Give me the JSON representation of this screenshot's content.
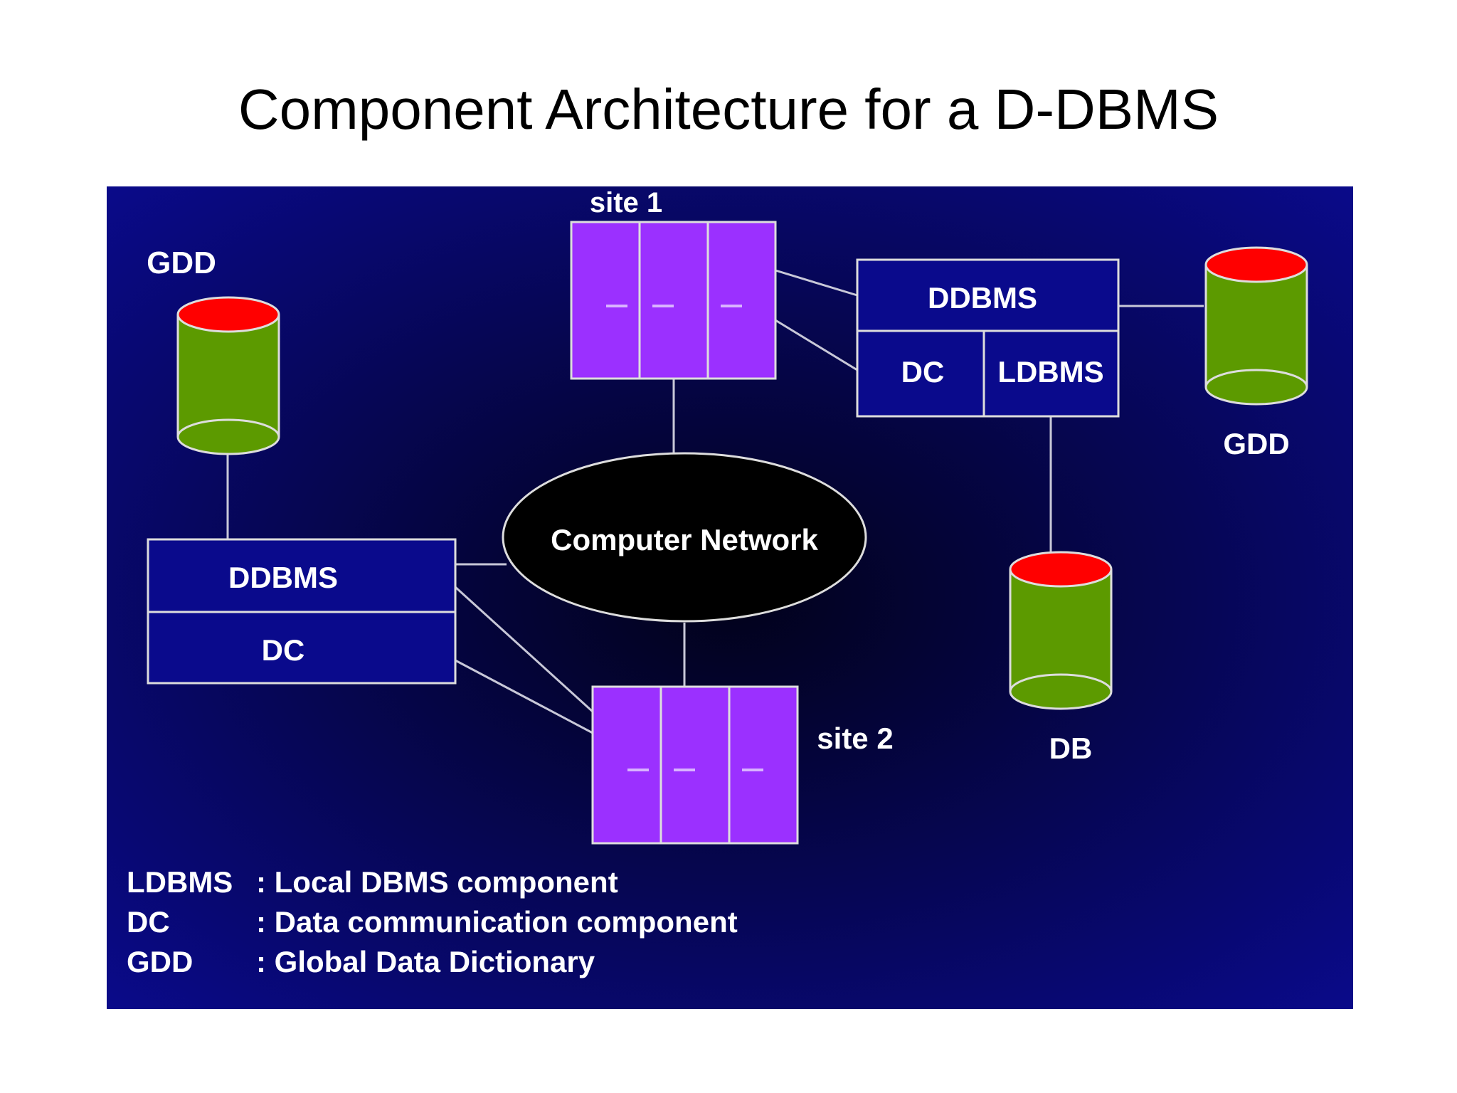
{
  "title": "Component Architecture for a D-DBMS",
  "colors": {
    "panel_center": "#02021a",
    "panel_edge": "#0a0a8c",
    "site_box": "#9b30ff",
    "component_box": "#0a0a8c",
    "cylinder_body": "#5c9a00",
    "cylinder_top": "#ff0000",
    "line": "#c8c8d8"
  },
  "labels": {
    "site1": "site 1",
    "site2": "site 2",
    "network": "Computer Network",
    "gdd_left": "GDD",
    "gdd_right": "GDD",
    "db": "DB",
    "site1_ddbms": "DDBMS",
    "site1_dc": "DC",
    "site1_ldbms": "LDBMS",
    "site2_ddbms": "DDBMS",
    "site2_dc": "DC",
    "dash": "—"
  },
  "legend": [
    {
      "term": "LDBMS",
      "desc": ": Local DBMS component"
    },
    {
      "term": "DC",
      "desc": ": Data communication component"
    },
    {
      "term": "GDD",
      "desc": ": Global Data Dictionary"
    }
  ]
}
